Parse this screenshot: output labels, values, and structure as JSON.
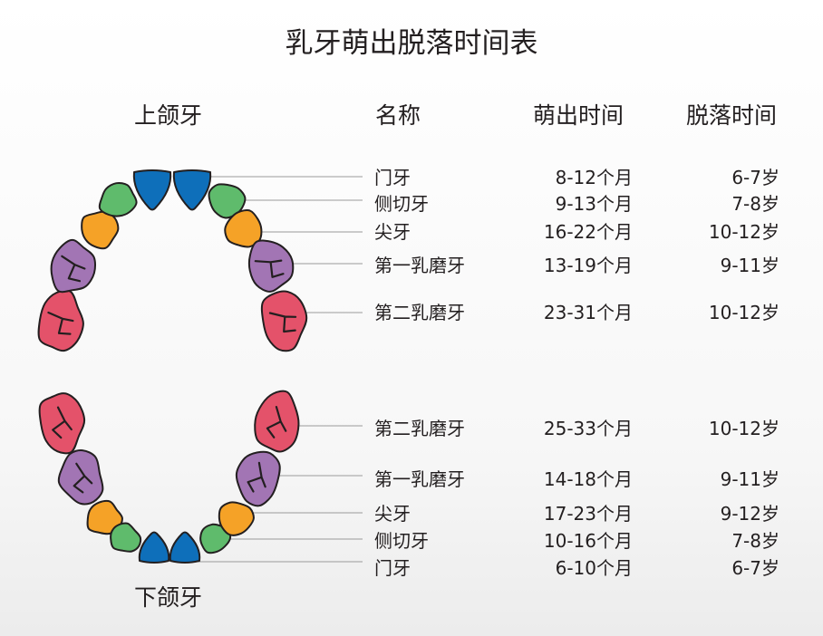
{
  "title": "乳牙萌出脱落时间表",
  "headers": {
    "upper_jaw": "上颌牙",
    "name": "名称",
    "eruption": "萌出时间",
    "shedding": "脱落时间",
    "lower_jaw": "下颌牙"
  },
  "colors": {
    "incisor": "#0e6fba",
    "lateral_incisor": "#5fbb6c",
    "canine": "#f5a227",
    "first_molar": "#a275b4",
    "second_molar": "#e4526a",
    "outline": "#231f20",
    "leader_line": "#9a9a9a"
  },
  "upper": [
    {
      "name": "门牙",
      "erupt": "8-12个月",
      "shed": "6-7岁"
    },
    {
      "name": "侧切牙",
      "erupt": "9-13个月",
      "shed": "7-8岁"
    },
    {
      "name": "尖牙",
      "erupt": "16-22个月",
      "shed": "10-12岁"
    },
    {
      "name": "第一乳磨牙",
      "erupt": "13-19个月",
      "shed": "9-11岁"
    },
    {
      "name": "第二乳磨牙",
      "erupt": "23-31个月",
      "shed": "10-12岁"
    }
  ],
  "lower": [
    {
      "name": "第二乳磨牙",
      "erupt": "25-33个月",
      "shed": "10-12岁"
    },
    {
      "name": "第一乳磨牙",
      "erupt": "14-18个月",
      "shed": "9-11岁"
    },
    {
      "name": "尖牙",
      "erupt": "17-23个月",
      "shed": "9-12岁"
    },
    {
      "name": "侧切牙",
      "erupt": "10-16个月",
      "shed": "7-8岁"
    },
    {
      "name": "门牙",
      "erupt": "6-10个月",
      "shed": "6-7岁"
    }
  ]
}
